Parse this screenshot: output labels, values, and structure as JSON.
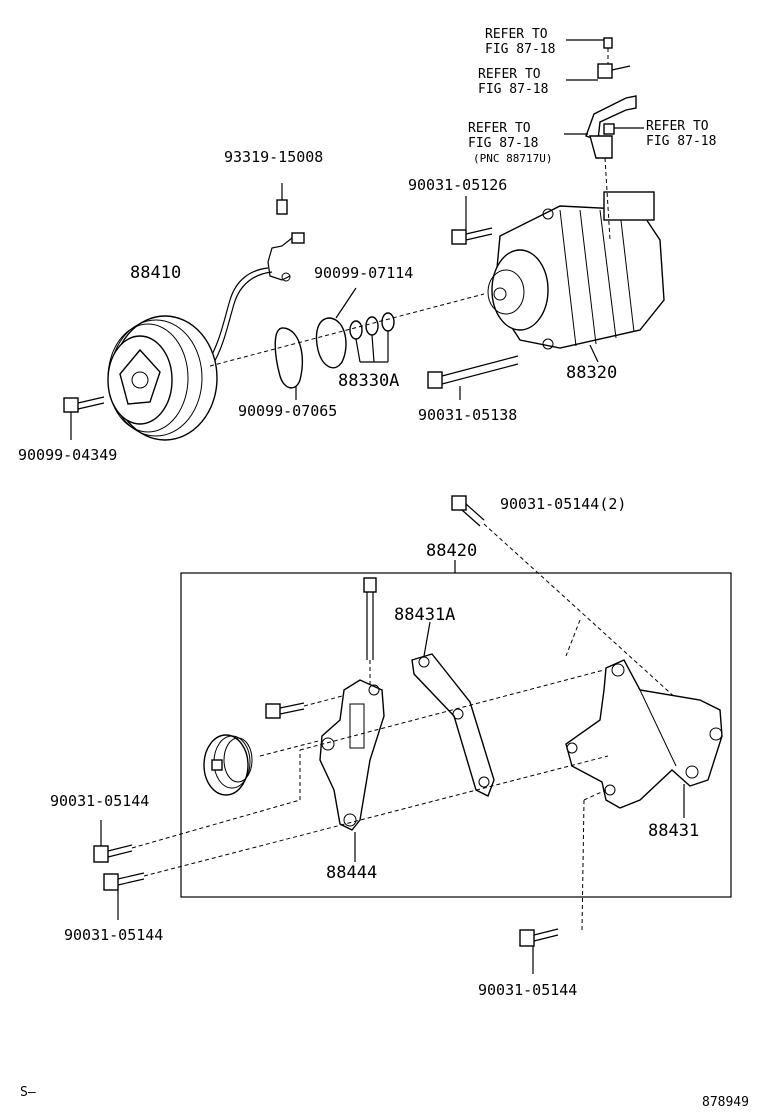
{
  "labels": {
    "refer1_a": "REFER TO",
    "refer1_b": "FIG 87-18",
    "refer2_a": "REFER TO",
    "refer2_b": "FIG 87-18",
    "refer3_a": "REFER TO",
    "refer3_b": "FIG 87-18",
    "refer3_c": "(PNC 88717U)",
    "refer4_a": "REFER TO",
    "refer4_b": "FIG 87-18",
    "p93319": "93319-15008",
    "p90031_05126": "90031-05126",
    "p88410": "88410",
    "p90099_07114": "90099-07114",
    "p88330A": "88330A",
    "p88320": "88320",
    "p90099_07065": "90099-07065",
    "p90031_05138": "90031-05138",
    "p90099_04349": "90099-04349",
    "p90031_05144_2": "90031-05144(2)",
    "p88420": "88420",
    "p88431A": "88431A",
    "p90031_05144_left1": "90031-05144",
    "p90031_05144_left2": "90031-05144",
    "p88444": "88444",
    "p88431": "88431",
    "p90031_05144_bottom": "90031-05144",
    "footer_left": "S–",
    "footer_right": "878949"
  }
}
